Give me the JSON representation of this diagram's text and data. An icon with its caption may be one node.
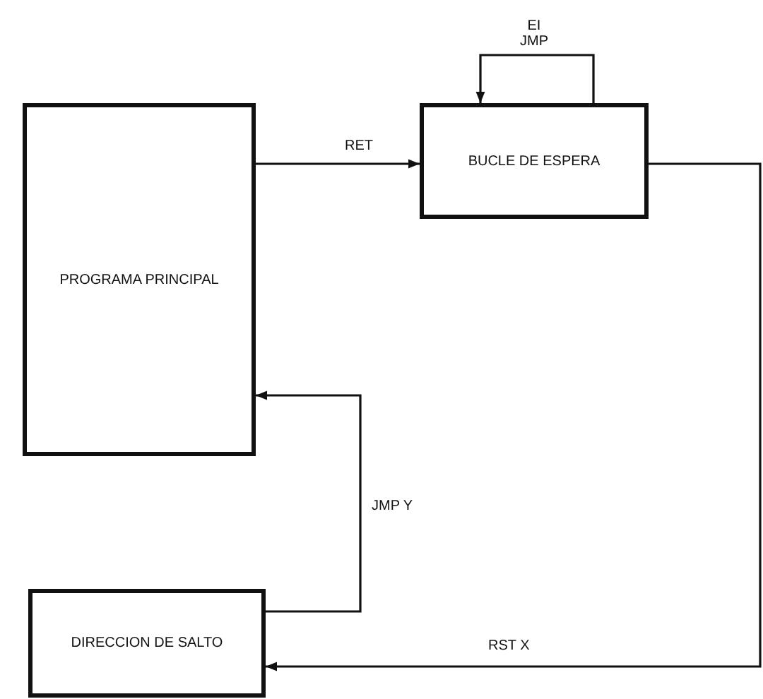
{
  "diagram": {
    "nodes": [
      {
        "text": [
          "PROGRAMA PRINCIPAL"
        ]
      },
      {
        "text": [
          "BUCLE DE ESPERA"
        ]
      },
      {
        "text": [
          "DIRECCION DE SALTO"
        ]
      }
    ],
    "edges": [
      {
        "from": 0,
        "to": 1,
        "arrow": "to",
        "label": "RET"
      },
      {
        "from": 1,
        "to": 1,
        "arrow": "to",
        "label": "EI JMP"
      },
      {
        "from": 1,
        "to": 2,
        "arrow": "to",
        "label": "RST X"
      },
      {
        "from": 2,
        "to": 0,
        "arrow": "to",
        "label": "JMP Y"
      }
    ]
  }
}
